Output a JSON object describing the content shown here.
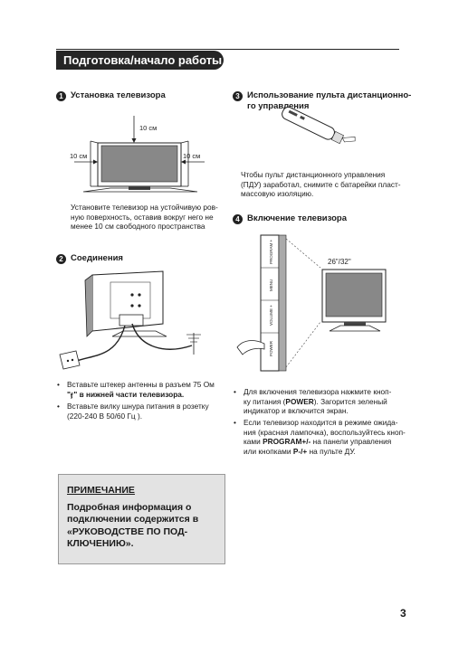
{
  "header": {
    "title": "Подготовка/начало работы"
  },
  "sections": {
    "s1": {
      "number": "1",
      "title": "Установка телевизора",
      "dim_top": "10 см",
      "dim_left": "10 см",
      "dim_right": "10 см",
      "text": [
        "Установите телевизор на устойчивую ров-",
        "ную поверхность, оставив вокруг него не",
        "менее 10 см свободного пространства"
      ]
    },
    "s2": {
      "number": "2",
      "title": "Соединения",
      "bullet1": [
        "Вставьте штекер антенны в разъем 75 Ом",
        "\"ӻ\" в нижней части телевизора."
      ],
      "bullet2": [
        "Вставьте вилку шнура питания в розетку",
        "(220-240 В 50/60 Гц )."
      ]
    },
    "s3": {
      "number": "3",
      "title_lines": [
        "Использование пульта дистанционно-",
        "го управления"
      ],
      "text": [
        "Чтобы пульт дистанционного управления",
        "(ПДУ) заработал, снимите с батарейки пласт-",
        "массовую изоляцию."
      ]
    },
    "s4": {
      "number": "4",
      "title": "Включение телевизора",
      "size_label": "26\"/32\"",
      "panel_labels": [
        "PROGRAM +",
        "MENU",
        "VOLUME +",
        "POWER"
      ],
      "bullet1": {
        "l1": "Для включения телевизора нажмите кноп-",
        "l2_pre": "ку питания (",
        "l2_bold": "POWER",
        "l2_post": "). Загорится зеленый",
        "l3": "индикатор и включится экран."
      },
      "bullet2": {
        "l1": "Если телевизор находится в режиме ожида-",
        "l2": "ния (красная лампочка), воспользуйтесь кноп-",
        "l3_pre": "ками ",
        "l3_bold1": "PROGRAM+/-",
        "l3_mid": " на панели управления",
        "l4_pre": "или кнопками ",
        "l4_bold": "P-/+",
        "l4_post": " на пульте ДУ."
      }
    }
  },
  "note": {
    "heading": "ПРИМЕЧАНИЕ",
    "lines": [
      "Подробная информация о",
      "подключении содержится в",
      "«РУКОВОДСТВЕ ПО ПОД-",
      "КЛЮЧЕНИЮ»."
    ]
  },
  "page_number": "3"
}
